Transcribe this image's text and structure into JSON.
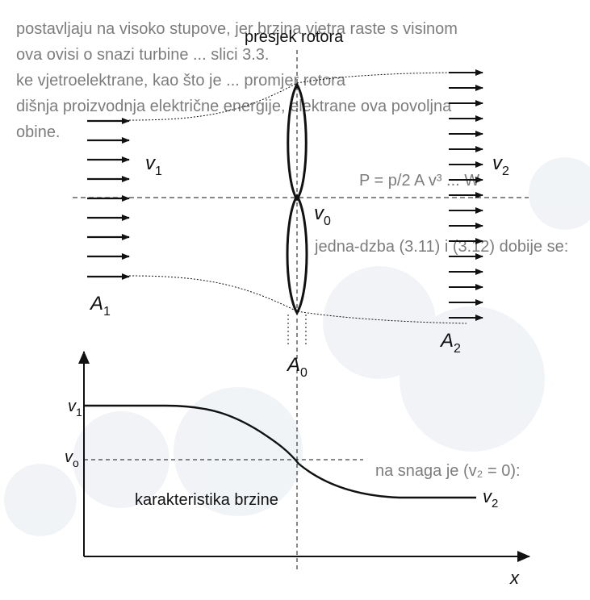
{
  "title": "presjek rotora",
  "labels": {
    "v1": "v",
    "v1_sub": "1",
    "v0": "v",
    "v0_sub": "0",
    "v2": "v",
    "v2_sub": "2",
    "A1": "A",
    "A1_sub": "1",
    "A0": "A",
    "A0_sub": "0",
    "A2": "A",
    "A2_sub": "2"
  },
  "chart": {
    "caption": "karakteristika brzine",
    "y_v1": "v",
    "y_v1_sub": "1",
    "y_vo": "v",
    "y_vo_sub": "o",
    "end_v2": "v",
    "end_v2_sub": "2",
    "x_axis": "x"
  },
  "background_text": {
    "row1": "postavljaju na visoko stupove, jer brzina vjetra raste s visinom",
    "row2": "ova ovisi o snazi turbine ... slici 3.3.",
    "row3": "ke vjetroelektrane, kao što je ... promjer rotora",
    "row4": "dišnja proizvodnja električne energije, elektrane ova povoljna",
    "row5": "obine.",
    "formula": "P = p/2 A v³ ... W",
    "eq_ref": "jedna-dzba (3.11) i (3.12) dobije se:",
    "snaga": "na snaga je (v₂ = 0):"
  },
  "colors": {
    "ink": "#111111",
    "ghost": "#c9d0d6",
    "blob": "#e6ebef"
  }
}
